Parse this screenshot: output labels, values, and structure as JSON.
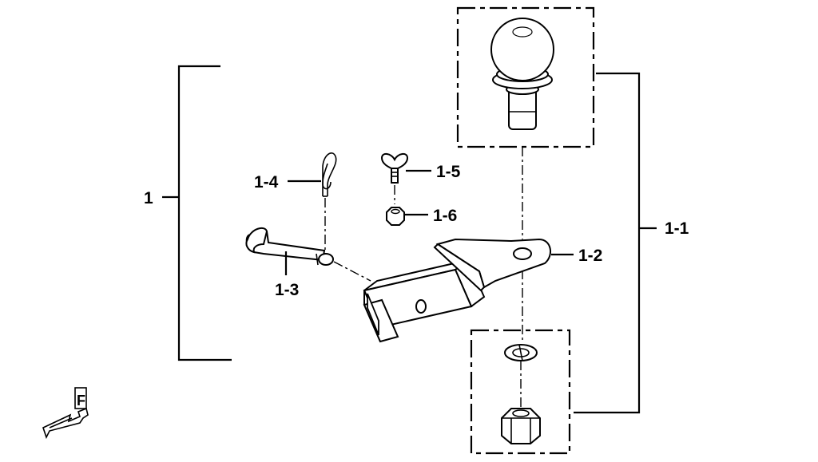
{
  "diagram": {
    "labels": {
      "assembly": "1",
      "sub_assembly": "1-1",
      "drawbar": "1-2",
      "pin": "1-3",
      "clip": "1-4",
      "bolt": "1-5",
      "nut_small": "1-6"
    },
    "front_indicator": "F"
  }
}
